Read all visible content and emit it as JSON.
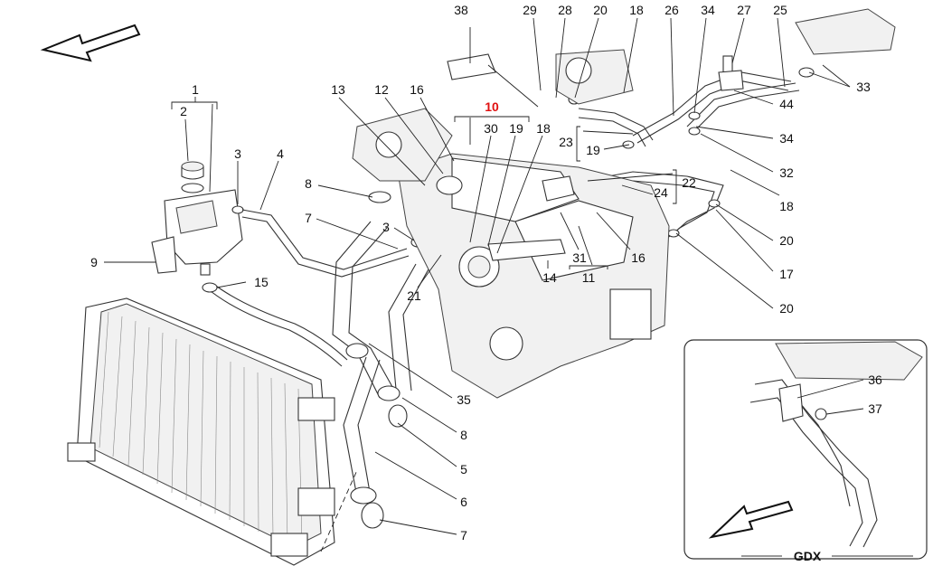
{
  "diagram": {
    "callouts": {
      "c1": "1",
      "c2": "2",
      "c3a": "3",
      "c3b": "3",
      "c4": "4",
      "c5": "5",
      "c6": "6",
      "c7a": "7",
      "c7b": "7",
      "c8a": "8",
      "c8b": "8",
      "c9": "9",
      "c10": "10",
      "c11": "11",
      "c12": "12",
      "c13": "13",
      "c14": "14",
      "c15": "15",
      "c16a": "16",
      "c16b": "16",
      "c17": "17",
      "c18a": "18",
      "c18b": "18",
      "c18c": "18",
      "c19a": "19",
      "c19b": "19",
      "c20a": "20",
      "c20b": "20",
      "c20c": "20",
      "c21": "21",
      "c22": "22",
      "c23": "23",
      "c24": "24",
      "c25": "25",
      "c26": "26",
      "c27": "27",
      "c28": "28",
      "c29": "29",
      "c30": "30",
      "c31": "31",
      "c32": "32",
      "c33": "33",
      "c34a": "34",
      "c34b": "34",
      "c35": "35",
      "c36": "36",
      "c37": "37",
      "c38": "38",
      "c44": "44"
    },
    "inset_label": "GDX",
    "highlight_color": "#e01010"
  }
}
